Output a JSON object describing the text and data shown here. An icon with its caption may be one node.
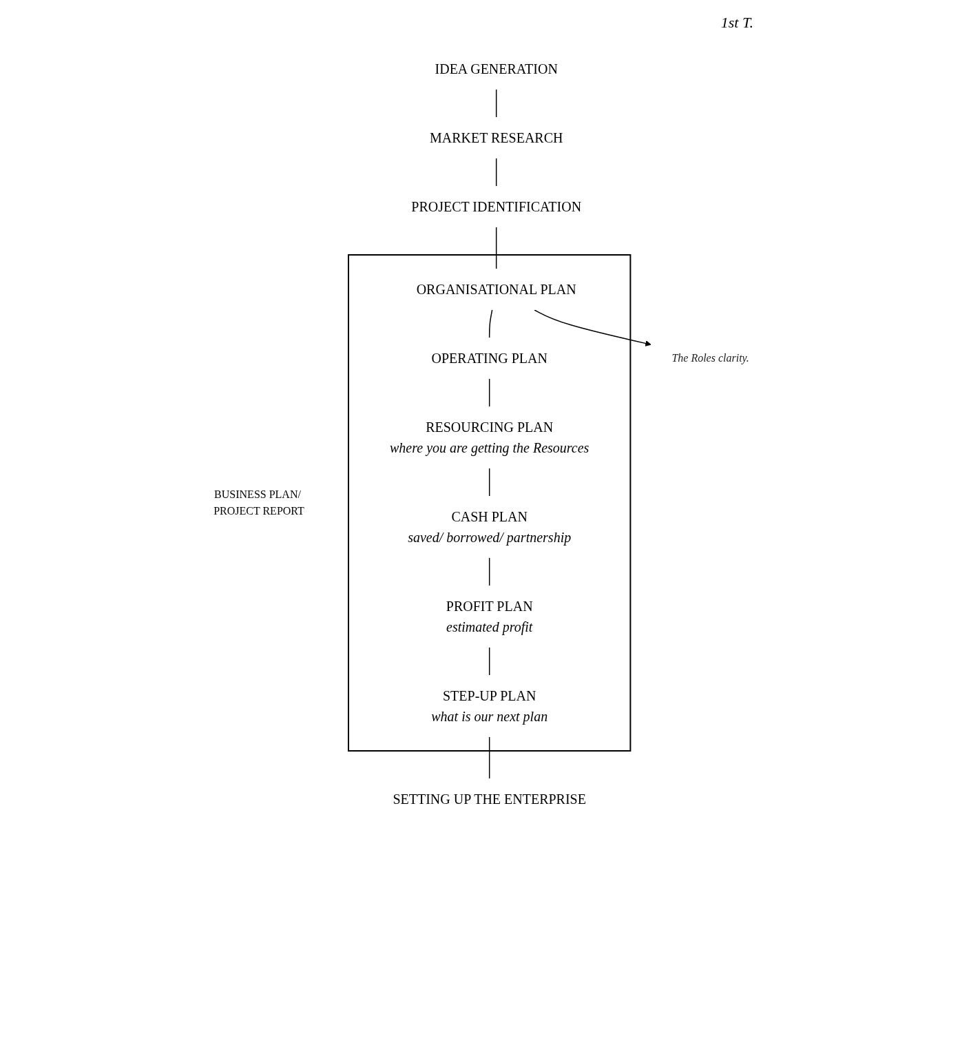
{
  "diagram": {
    "nodes": [
      {
        "text": [
          "IDEA GENERATION"
        ]
      },
      {
        "text": [
          "MARKET RESEARCH"
        ]
      },
      {
        "text": [
          "PROJECT IDENTIFICATION"
        ]
      },
      {
        "text": [
          "BUSINESS PLAN/ PROJECT REPORT"
        ]
      },
      {
        "text": [
          "ORGANISATIONAL PLAN"
        ],
        "in": 3
      },
      {
        "text": [
          "OPERATING PLAN"
        ],
        "in": 3
      },
      {
        "text": [
          "RESOURCING PLAN"
        ],
        "in": 3,
        "beside": [
          "where you are getting the Resources"
        ]
      },
      {
        "text": [
          "CASH PLAN"
        ],
        "in": 3,
        "beside": [
          "saved/ borrowed/ partnership"
        ]
      },
      {
        "text": [
          "PROFIT PLAN"
        ],
        "in": 3,
        "beside": [
          "estimated profit"
        ]
      },
      {
        "text": [
          "STEP-UP PLAN"
        ],
        "in": 3,
        "beside": [
          "what is our next plan"
        ]
      },
      {
        "text": [
          "SETTING UP THE ENTERPRISE"
        ]
      },
      {
        "text": [
          "The Roles clarity."
        ]
      }
    ],
    "edges": [
      {
        "from": 0,
        "to": 1,
        "arrow": "none"
      },
      {
        "from": 1,
        "to": 2,
        "arrow": "none"
      },
      {
        "from": 2,
        "to": 4,
        "arrow": "none"
      },
      {
        "from": 4,
        "to": 5,
        "arrow": "none"
      },
      {
        "from": 5,
        "to": 6,
        "arrow": "none"
      },
      {
        "from": 6,
        "to": 7,
        "arrow": "none"
      },
      {
        "from": 7,
        "to": 8,
        "arrow": "none"
      },
      {
        "from": 8,
        "to": 9,
        "arrow": "none"
      },
      {
        "from": 9,
        "to": 10,
        "arrow": "none"
      },
      {
        "from": 4,
        "to": 11,
        "arrow": "to"
      }
    ],
    "labels": [
      "1st T."
    ]
  }
}
